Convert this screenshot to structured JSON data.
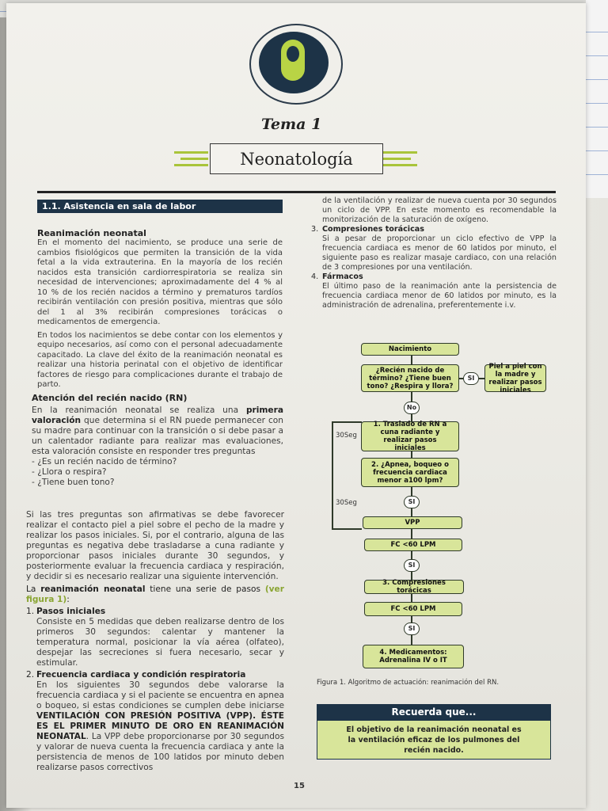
{
  "header": {
    "tema": "Tema 1",
    "title": "Neonatología"
  },
  "section": {
    "bar_title": "1.1. Asistencia en sala de labor"
  },
  "left": {
    "h1": "Reanimación neonatal",
    "p1": "En el momento del nacimiento, se produce una serie de cambios fisiológicos que permiten la transición de la vida fetal a la vida extrauterina. En la mayoría de los recién nacidos esta transición cardiorrespiratoria se realiza sin necesidad de intervenciones; aproximadamente del 4 % al 10 % de los recién nacidos a término y prematuros tardíos recibirán ventilación con presión positiva, mientras que sólo del 1 al 3% recibirán compresiones torácicas o medicamentos de emergencia.",
    "p2": "En todos los nacimientos se debe contar con los elementos y equipo necesarios, así como con el personal adecuadamente capacitado. La clave del éxito de la reanimación neonatal es realizar una historia perinatal con el objetivo de identificar factores de riesgo para complicaciones durante el trabajo de parto.",
    "h2": "Atención del recién nacido (RN)",
    "p3_a": "En la reanimación neonatal se realiza una ",
    "p3_b": "primera valoración",
    "p3_c": " que determina si el RN puede permanecer con su madre para continuar con la transición o si debe pasar a un calentador radiante para realizar mas evaluaciones, esta valoración consiste en responder tres preguntas",
    "q1": "- ¿Es un recién nacido de término?",
    "q2": "- ¿Llora o respira?",
    "q3": "- ¿Tiene buen tono?",
    "p4": "Si las tres preguntas son afirmativas se debe favorecer realizar el contacto piel a piel sobre el pecho de la madre y realizar los pasos iniciales. Si, por el contrario, alguna de las preguntas es negativa debe trasladarse a cuna radiante y proporcionar pasos iniciales durante 30 segundos, y posteriormente evaluar la frecuencia cardiaca y respiración, y decidir si es necesario realizar una siguiente intervención.",
    "p5_a": "La ",
    "p5_b": "reanimación neonatal",
    "p5_c": " tiene una serie de pasos ",
    "p5_d": "(ver figura 1)",
    "p5_e": ":",
    "s1_num": "1.",
    "s1_title": "Pasos iniciales",
    "s1_text": "Consiste en 5 medidas que deben realizarse dentro de los primeros 30 segundos: calentar y mantener la temperatura normal, posicionar la vía aérea (olfateo), despejar las secreciones si fuera necesario, secar y estimular.",
    "s2_num": "2.",
    "s2_title": "Frecuencia cardiaca y condición respiratoria",
    "s2_text_a": "En los siguientes 30 segundos debe valorarse la frecuencia cardiaca y si el paciente se encuentra en apnea o boqueo, si estas condiciones se cumplen debe iniciarse ",
    "s2_text_b": "VENTILACIÓN CON PRESIÓN POSITIVA (VPP). ÉSTE ES EL PRIMER MINUTO DE ORO EN REANIMACIÓN NEONATAL",
    "s2_text_c": ". La VPP debe proporcionarse por 30 segundos y valorar de nueva cuenta la frecuencia cardiaca y ante la persistencia de menos de 100 latidos por minuto deben realizarse pasos correctivos"
  },
  "right": {
    "cont": "de la ventilación y realizar de nueva cuenta por 30 segundos un ciclo de VPP. En este momento es recomendable la monitorización de la saturación de oxígeno.",
    "s3_num": "3.",
    "s3_title": "Compresiones torácicas",
    "s3_text": "Si a pesar de proporcionar un ciclo efectivo de VPP la frecuencia cardiaca es menor de 60 latidos por minuto, el siguiente paso es realizar masaje cardiaco, con una relación de 3 compresiones por una ventilación.",
    "s4_num": "4.",
    "s4_title": "Fármacos",
    "s4_text": "El último paso de la reanimación ante la persistencia de frecuencia cardiaca menor de 60 latidos por minuto, es la administración de adrenalina, preferentemente i.v."
  },
  "diagram": {
    "nacimiento": "Nacimiento",
    "preguntas": "¿Recién nacido de término? ¿Tiene buen tono? ¿Respira y llora?",
    "si1": "SI",
    "piel": "Piel a piel con la madre y realizar pasos iniciales",
    "no": "No",
    "traslado": "1. Traslado de RN a cuna radiante y realizar pasos iniciales",
    "apnea": "2. ¿Apnea, boqueo o frecuencia cardiaca menor a100 lpm?",
    "si2": "SI",
    "vpp": "VPP",
    "fc1": "FC <60 LPM",
    "si3": "SI",
    "compresiones": "3. Compresiones torácicas",
    "fc2": "FC <60 LPM",
    "si4": "SI",
    "medicamentos_a": "4. Medicamentos:",
    "medicamentos_b": "Adrenalina IV o IT",
    "seg1": "30Seg",
    "seg2": "30Seg",
    "caption": "Figura 1. Algoritmo de actuación: reanimación del RN."
  },
  "recuerda": {
    "title": "Recuerda que...",
    "text": "El objetivo de la reanimación neonatal es la ventilación eficaz de los pulmones del recién nacido."
  },
  "page_number": "15"
}
